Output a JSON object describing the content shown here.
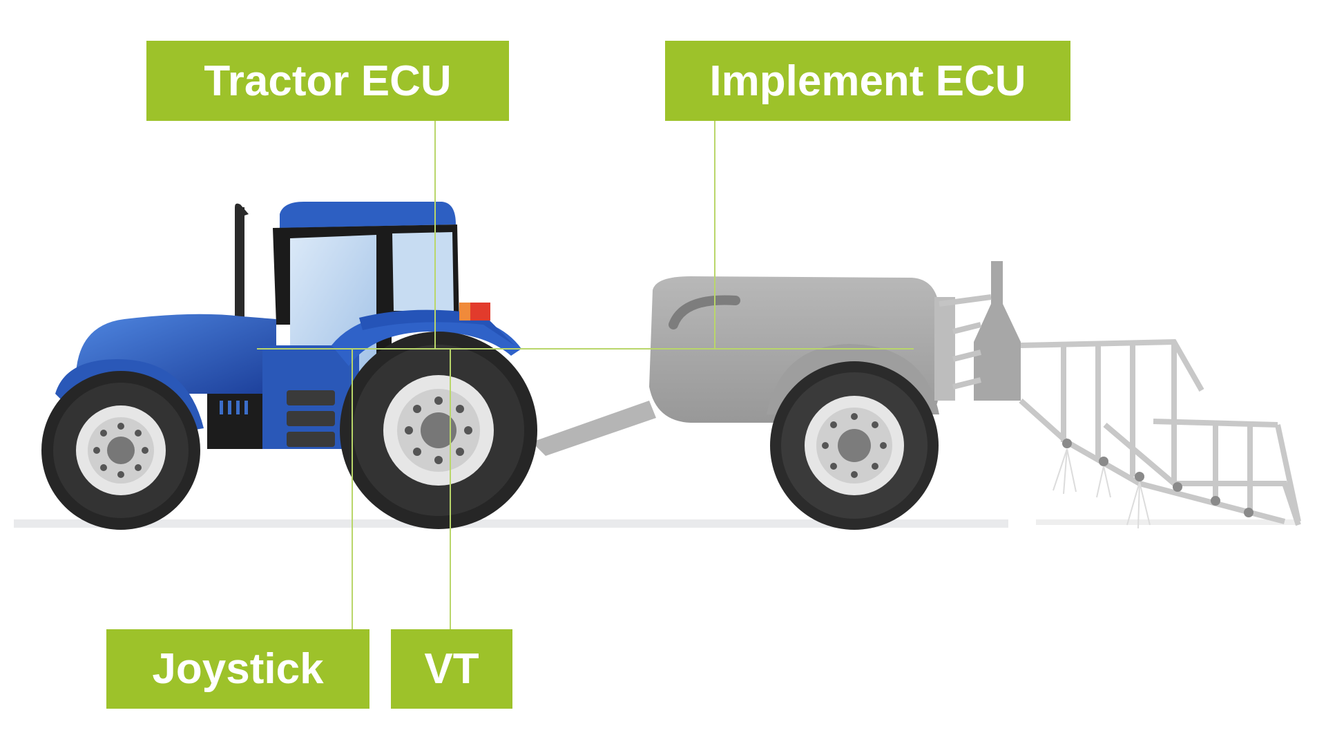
{
  "colors": {
    "label_green": "#9dc22a",
    "connector_line": "#b9d66a",
    "tractor_blue": "#2a58b8",
    "implement_grey": "#a9a9a9"
  },
  "labels": {
    "tractor_ecu": "Tractor ECU",
    "implement_ecu": "Implement ECU",
    "joystick": "Joystick",
    "vt": "VT"
  },
  "icons": {
    "tractor": "tractor-illustration",
    "sprayer": "trailed-sprayer-illustration"
  }
}
